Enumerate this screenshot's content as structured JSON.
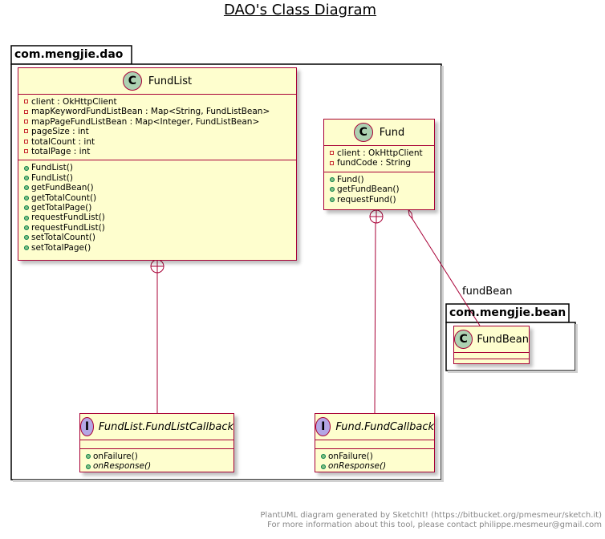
{
  "title": "DAO's Class Diagram",
  "packages": {
    "dao": {
      "name": "com.mengjie.dao"
    },
    "bean": {
      "name": "com.mengjie.bean"
    }
  },
  "classes": {
    "fundlist": {
      "stereotype": "C",
      "name": "FundList",
      "fields": [
        "client : OkHttpClient",
        "mapKeywordFundListBean : Map<String, FundListBean>",
        "mapPageFundListBean : Map<Integer, FundListBean>",
        "pageSize : int",
        "totalCount : int",
        "totalPage : int"
      ],
      "methods": [
        "FundList()",
        "FundList()",
        "getFundBean()",
        "getTotalCount()",
        "getTotalPage()",
        "requestFundList()",
        "requestFundList()",
        "setTotalCount()",
        "setTotalPage()"
      ]
    },
    "fund": {
      "stereotype": "C",
      "name": "Fund",
      "fields": [
        "client : OkHttpClient",
        "fundCode : String"
      ],
      "methods": [
        "Fund()",
        "getFundBean()",
        "requestFund()"
      ]
    },
    "fundlist_callback": {
      "stereotype": "I",
      "name": "FundList.FundListCallback",
      "methods": [
        "onFailure()",
        "onResponse()"
      ]
    },
    "fund_callback": {
      "stereotype": "I",
      "name": "Fund.FundCallback",
      "methods": [
        "onFailure()",
        "onResponse()"
      ]
    },
    "fundbean": {
      "stereotype": "C",
      "name": "FundBean"
    }
  },
  "association_label": "fundBean",
  "footer": {
    "line1": "PlantUML diagram generated by SketchIt! (https://bitbucket.org/pmesmeur/sketch.it)",
    "line2": "For more information about this tool, please contact philippe.mesmeur@gmail.com"
  },
  "colors": {
    "class_fill": "#FEFECE",
    "class_border": "#A80036",
    "class_icon": "#ADD1B2",
    "interface_icon": "#B4A7E5"
  }
}
